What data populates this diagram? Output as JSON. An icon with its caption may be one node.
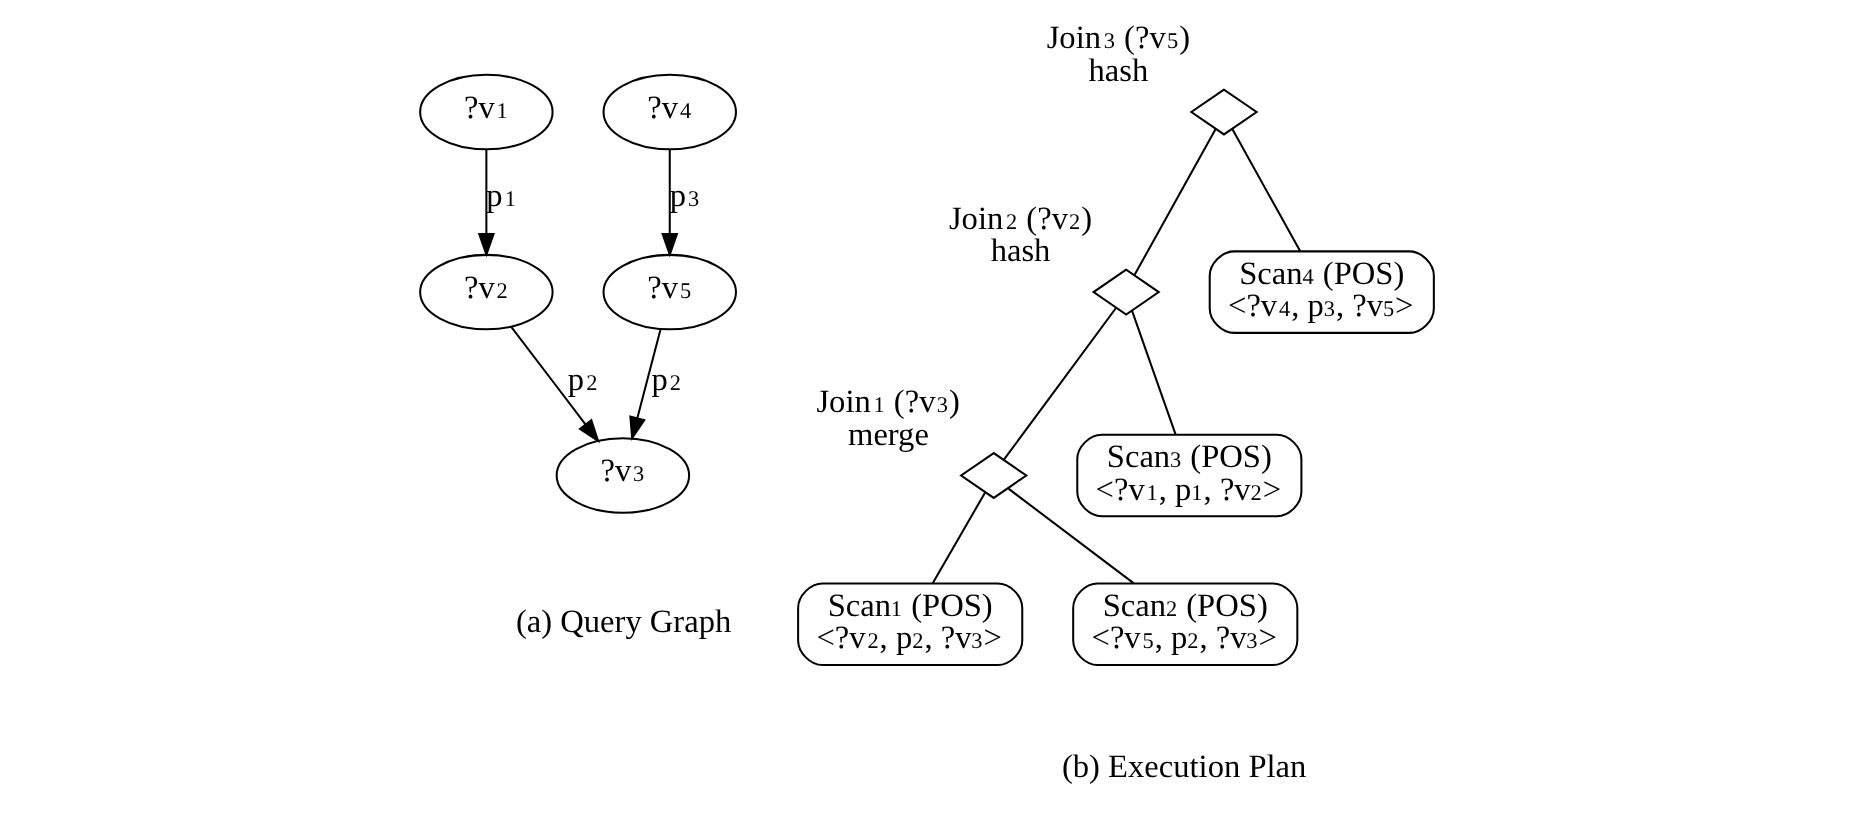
{
  "diagram": {
    "nodes": [
      {
        "text": [
          "?v$_{1}$"
        ]
      },
      {
        "text": [
          "?v$_{4}$"
        ]
      },
      {
        "text": [
          "?v$_{2}$"
        ]
      },
      {
        "text": [
          "?v$_{5}$"
        ]
      },
      {
        "text": [
          "?v$_{3}$"
        ]
      },
      {
        "text": [],
        "shape": "bowtie",
        "beside": [
          "Join$_{3}$ (?v$_{5}$)",
          "hash"
        ]
      },
      {
        "text": [],
        "shape": "bowtie",
        "beside": [
          "Join$_{2}$ (?v$_{2}$)",
          "hash"
        ]
      },
      {
        "text": [
          "Scan$_{4}$ (POS)",
          "<?v$_{4}$, p$_{3}$, ?v$_{5}$>"
        ]
      },
      {
        "text": [],
        "shape": "bowtie",
        "beside": [
          "Join$_{1}$ (?v$_{3}$)",
          "merge"
        ]
      },
      {
        "text": [
          "Scan$_{3}$ (POS)",
          "<?v$_{1}$, p$_{1}$, ?v$_{2}$>"
        ]
      },
      {
        "text": [
          "Scan$_{1}$ (POS)",
          "<?v$_{2}$, p$_{2}$, ?v$_{3}$>"
        ]
      },
      {
        "text": [
          "Scan$_{2}$ (POS)",
          "<?v$_{5}$, p$_{2}$, ?v$_{3}$>"
        ]
      }
    ],
    "edges": [
      {
        "from": 0,
        "to": 2,
        "arrow": "to",
        "label": "p$_{1}$"
      },
      {
        "from": 1,
        "to": 3,
        "arrow": "to",
        "label": "p$_{3}$"
      },
      {
        "from": 2,
        "to": 4,
        "arrow": "to",
        "label": "p$_{2}$"
      },
      {
        "from": 3,
        "to": 4,
        "arrow": "to",
        "label": "p$_{2}$"
      },
      {
        "from": 5,
        "to": 6,
        "arrow": "none"
      },
      {
        "from": 5,
        "to": 7,
        "arrow": "none"
      },
      {
        "from": 6,
        "to": 8,
        "arrow": "none"
      },
      {
        "from": 6,
        "to": 9,
        "arrow": "none"
      },
      {
        "from": 8,
        "to": 10,
        "arrow": "none"
      },
      {
        "from": 8,
        "to": 11,
        "arrow": "none"
      }
    ],
    "labels": [
      "(a) Query Graph",
      "(b) Execution Plan"
    ]
  }
}
